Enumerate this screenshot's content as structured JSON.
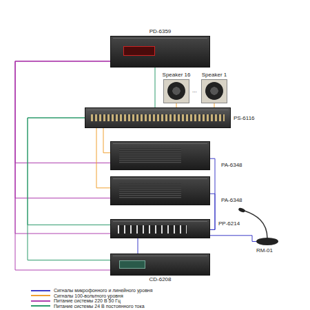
{
  "diagram": {
    "nodes": [
      {
        "text": [
          "PD-6359"
        ]
      },
      {
        "text": [
          "Speaker 16"
        ]
      },
      {
        "text": [
          "Speaker 1"
        ]
      },
      {
        "text": [
          "PS-6116"
        ]
      },
      {
        "text": [
          "PA-6348"
        ]
      },
      {
        "text": [
          "PA-6348"
        ]
      },
      {
        "text": [
          "PP-6214"
        ]
      },
      {
        "text": [
          "RM-01"
        ]
      },
      {
        "text": [
          "CD-6208"
        ]
      }
    ],
    "edges": [
      {
        "from": 0,
        "to": 3,
        "arrow": "none"
      },
      {
        "from": 0,
        "to": 4,
        "arrow": "none"
      },
      {
        "from": 0,
        "to": 5,
        "arrow": "none"
      },
      {
        "from": 0,
        "to": 6,
        "arrow": "none"
      },
      {
        "from": 0,
        "to": 8,
        "arrow": "none"
      },
      {
        "from": 3,
        "to": 6,
        "arrow": "none"
      },
      {
        "from": 3,
        "to": 8,
        "arrow": "none"
      },
      {
        "from": 3,
        "to": 1,
        "arrow": "none"
      },
      {
        "from": 3,
        "to": 2,
        "arrow": "none"
      },
      {
        "from": 4,
        "to": 3,
        "arrow": "none"
      },
      {
        "from": 5,
        "to": 3,
        "arrow": "none"
      },
      {
        "from": 6,
        "to": 4,
        "arrow": "none"
      },
      {
        "from": 6,
        "to": 5,
        "arrow": "none"
      },
      {
        "from": 8,
        "to": 6,
        "arrow": "none"
      },
      {
        "from": 6,
        "to": 7,
        "arrow": "none"
      }
    ],
    "labels": [
      "..."
    ],
    "legend": [
      {
        "text": "Сигналы микрофонного и линейного уровня",
        "color": "#3b3bc8"
      },
      {
        "text": "Сигналы 100-вольтного уровня",
        "color": "#f0a030"
      },
      {
        "text": "Питание системы 220 В 50 Гц",
        "color": "#b040b0"
      },
      {
        "text": "Питание системы 24 В постоянного тока",
        "color": "#2a9a6a"
      }
    ]
  }
}
